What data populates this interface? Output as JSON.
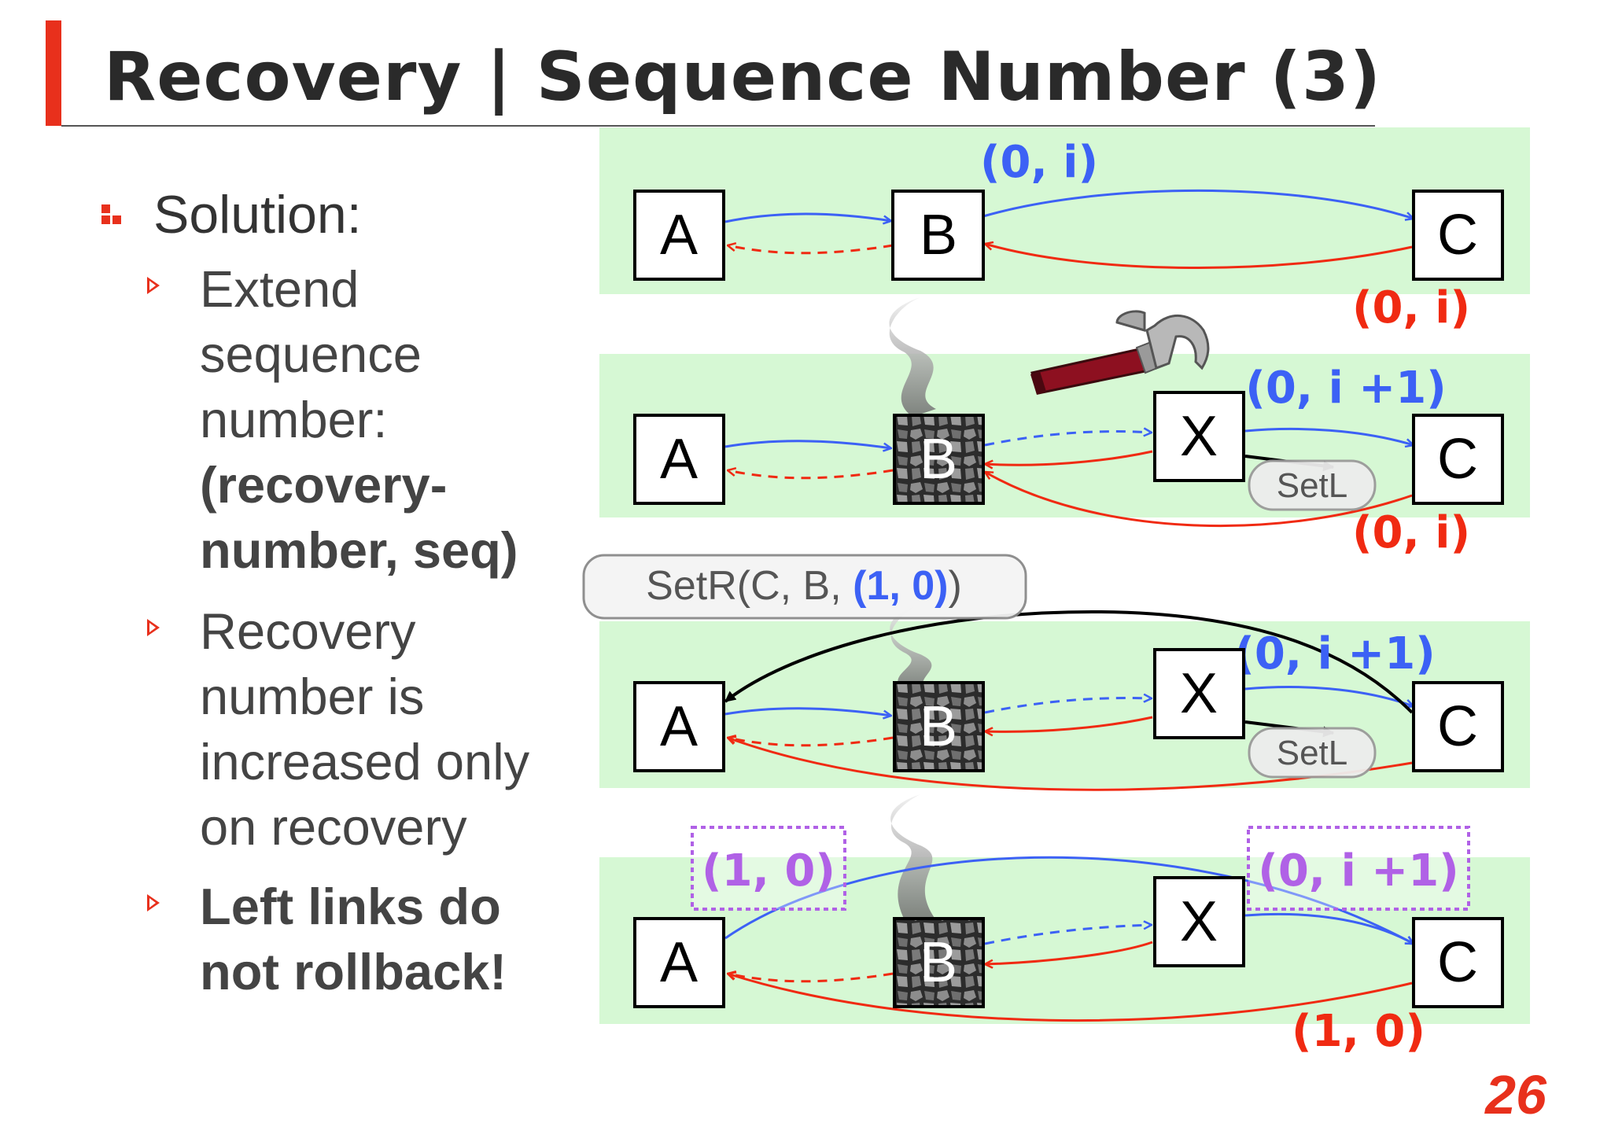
{
  "title": "Recovery | Sequence Number (3)",
  "page_number": "26",
  "bullets": {
    "solution_label": "Solution:",
    "items": [
      {
        "plain": "Extend sequence number: ",
        "bold": "(recovery-number, seq)"
      },
      {
        "plain": "Recovery number is increased only on recovery",
        "bold": ""
      },
      {
        "plain": "",
        "bold": "Left links do not rollback!"
      }
    ]
  },
  "diagram": {
    "colors": {
      "panel": "#d6f8d4",
      "right_link": "#3c61f5",
      "left_link": "#f02a12",
      "control": "#000000",
      "highlight": "#b061e6"
    },
    "nodes": {
      "a": "A",
      "b": "B",
      "c": "C",
      "x": "X"
    },
    "panel1": {
      "blue_label": "(0, i)",
      "red_label": "(0, i)"
    },
    "panel2": {
      "blue_label": "(0, i +1)",
      "red_label": "(0, i)",
      "setl": "SetL",
      "hammer": "hammer-icon"
    },
    "panel3": {
      "setr_prefix": "SetR(C, B, ",
      "setr_value": "(1, 0)",
      "setr_suffix": ")",
      "blue_label": "(0, i +1)",
      "setl": "SetL"
    },
    "panel4": {
      "left_box": "(1, 0)",
      "right_box": "(0, i +1)",
      "red_label": "(1, 0)"
    }
  }
}
